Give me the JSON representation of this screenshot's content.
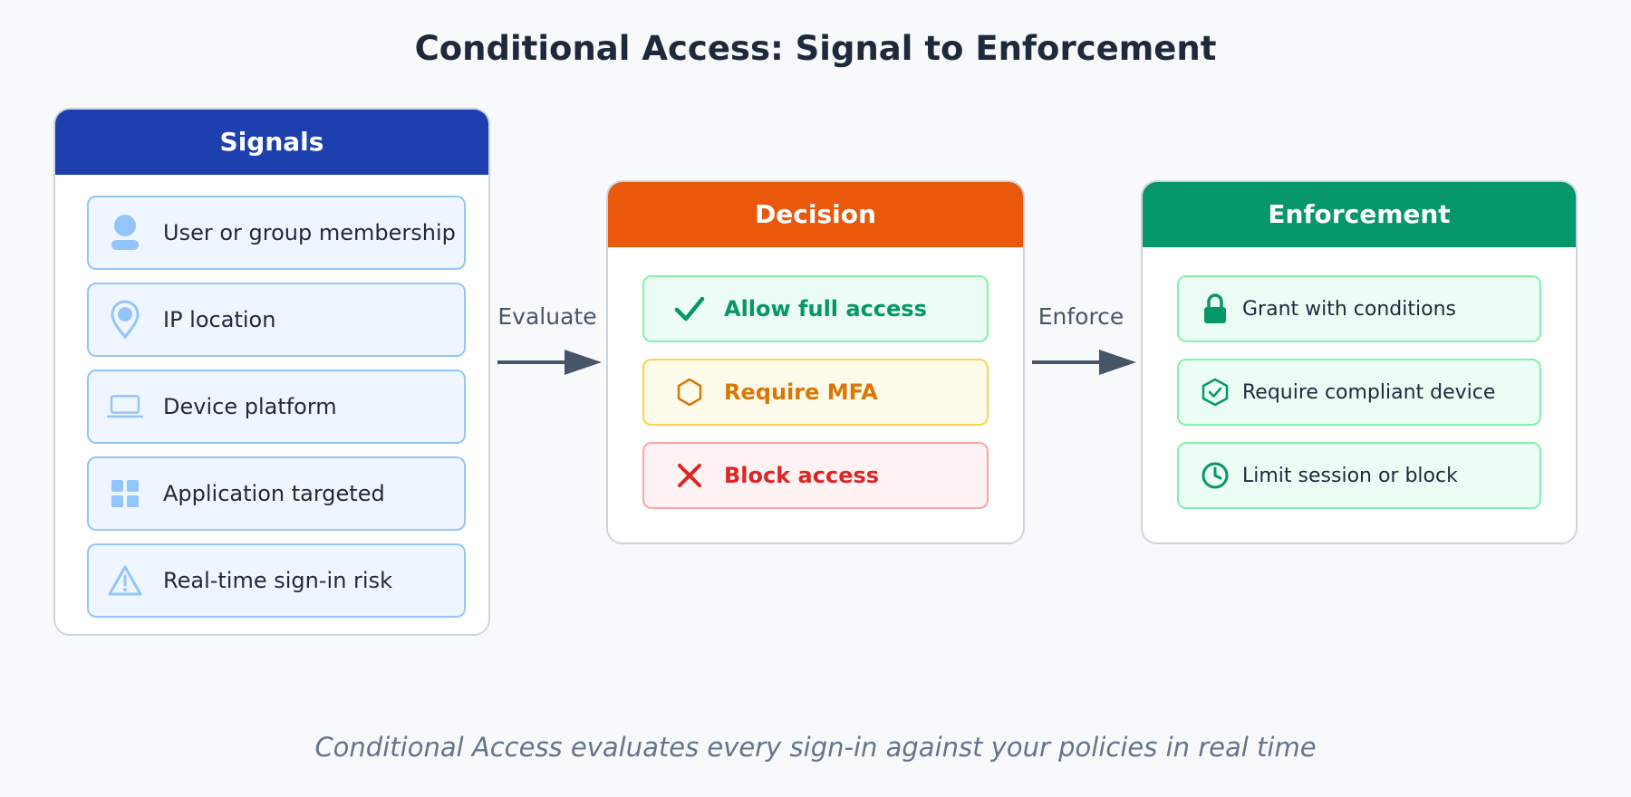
{
  "title": "Conditional Access: Signal to Enforcement",
  "signals": {
    "header": "Signals",
    "items": [
      {
        "label": "User or group membership",
        "icon": "user-icon"
      },
      {
        "label": "IP location",
        "icon": "location-pin-icon"
      },
      {
        "label": "Device platform",
        "icon": "laptop-icon"
      },
      {
        "label": "Application targeted",
        "icon": "apps-grid-icon"
      },
      {
        "label": "Real-time sign-in risk",
        "icon": "warning-icon"
      }
    ]
  },
  "arrows": {
    "evaluate": "Evaluate",
    "enforce": "Enforce"
  },
  "decision": {
    "header": "Decision",
    "items": [
      {
        "label": "Allow full access",
        "icon": "checkmark-icon"
      },
      {
        "label": "Require MFA",
        "icon": "hexagon-icon"
      },
      {
        "label": "Block access",
        "icon": "x-icon"
      }
    ]
  },
  "enforcement": {
    "header": "Enforcement",
    "items": [
      {
        "label": "Grant with conditions",
        "icon": "lock-icon"
      },
      {
        "label": "Require compliant device",
        "icon": "shield-check-icon"
      },
      {
        "label": "Limit session or block",
        "icon": "clock-icon"
      }
    ]
  },
  "footer": "Conditional Access evaluates every sign-in against your policies in real time",
  "colors": {
    "signals": "#1e40af",
    "decision": "#ea580c",
    "enforcement": "#059669",
    "allow": "#059669",
    "mfa": "#d97706",
    "block": "#dc2626"
  }
}
